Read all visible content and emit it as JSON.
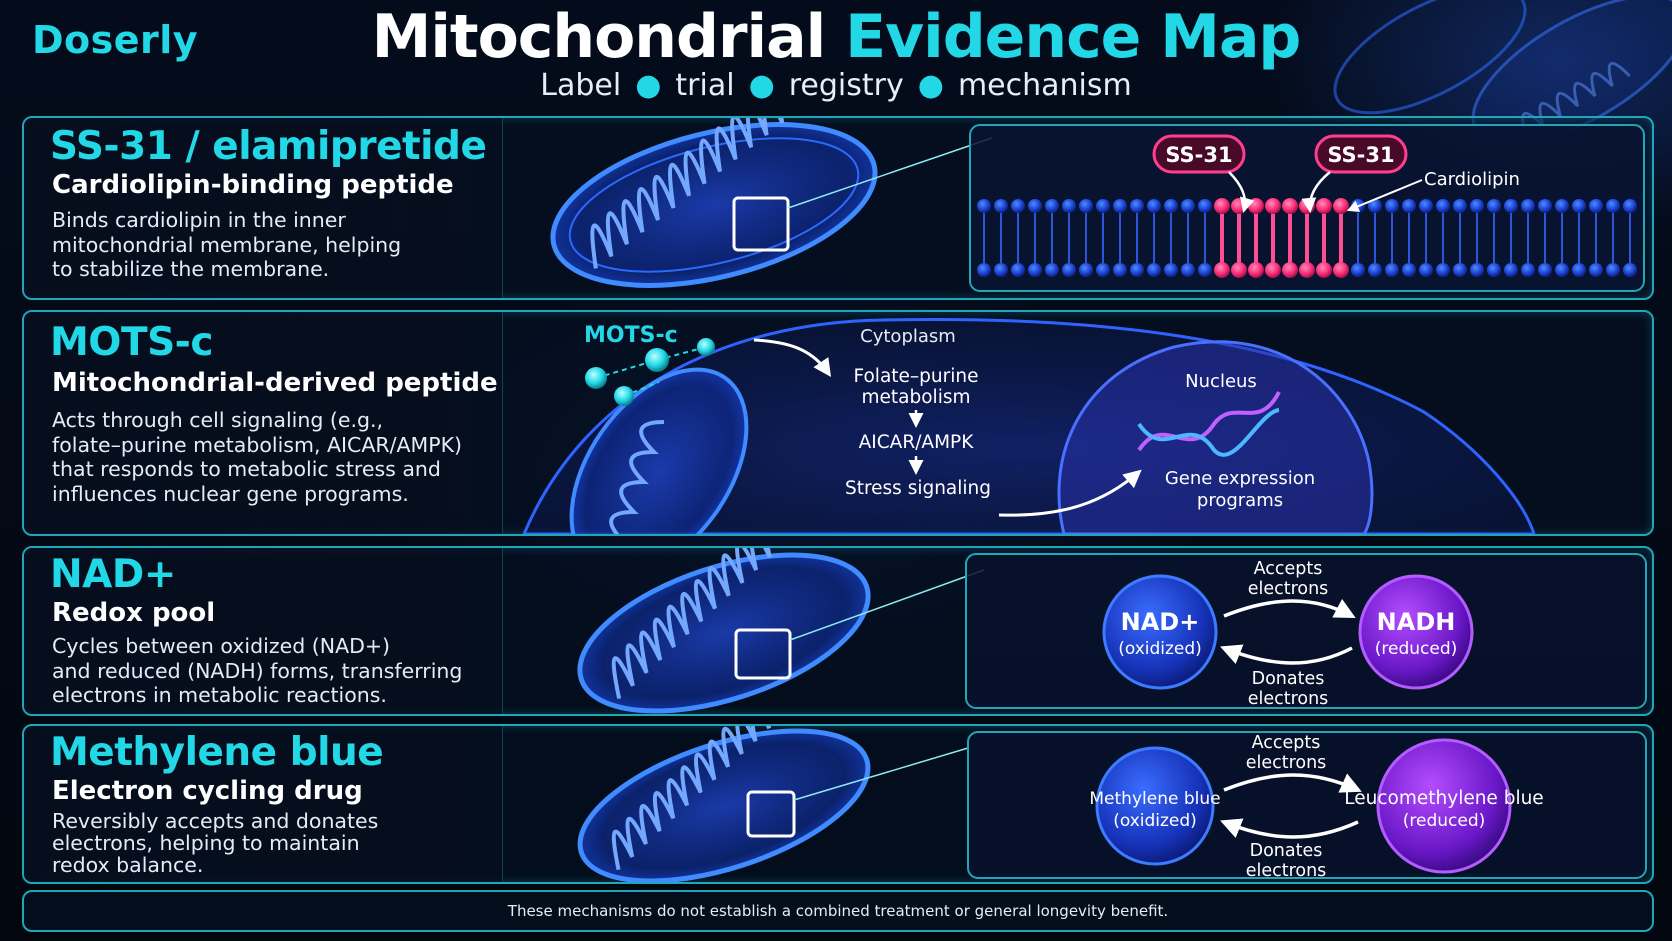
{
  "brand": "Doserly",
  "title": {
    "white": "Mitochondrial",
    "cyan": "Evidence Map"
  },
  "subtitle": [
    "Label",
    "trial",
    "registry",
    "mechanism"
  ],
  "panels": {
    "ss31": {
      "heading": "SS-31 / elamipretide",
      "subheading": "Cardiolipin-binding peptide",
      "description": [
        "Binds cardiolipin in the inner",
        "mitochondrial membrane, helping",
        "to stabilize the membrane."
      ],
      "tags": [
        "SS-31",
        "SS-31"
      ],
      "membrane_label": "Cardiolipin"
    },
    "motsc": {
      "heading": "MOTS-c",
      "subheading": "Mitochondrial-derived peptide",
      "description": [
        "Acts through cell signaling (e.g.,",
        "folate–purine metabolism, AICAR/AMPK)",
        "that responds to metabolic stress and",
        "influences nuclear gene programs."
      ],
      "peptide_label": "MOTS-c",
      "cytoplasm_label": "Cytoplasm",
      "nucleus_label": "Nucleus",
      "flow": [
        "Folate–purine",
        "metabolism",
        "AICAR/AMPK",
        "Stress signaling"
      ],
      "gene_label": [
        "Gene expression",
        "programs"
      ]
    },
    "nad": {
      "heading": "NAD+",
      "subheading": "Redox pool",
      "description": [
        "Cycles between oxidized (NAD+)",
        "and reduced (NADH) forms, transferring",
        "electrons in metabolic reactions."
      ],
      "left_name": "NAD+",
      "left_state": "(oxidized)",
      "right_name": "NADH",
      "right_state": "(reduced)",
      "top_arrow": [
        "Accepts",
        "electrons"
      ],
      "bottom_arrow": [
        "Donates",
        "electrons"
      ]
    },
    "mb": {
      "heading": "Methylene blue",
      "subheading": "Electron cycling drug",
      "description": [
        "Reversibly accepts and donates",
        "electrons, helping to maintain",
        "redox balance."
      ],
      "left_name": "Methylene blue",
      "left_state": "(oxidized)",
      "right_name": "Leucomethylene blue",
      "right_state": "(reduced)",
      "top_arrow": [
        "Accepts",
        "electrons"
      ],
      "bottom_arrow": [
        "Donates",
        "electrons"
      ]
    }
  },
  "footer": "These mechanisms do not establish a combined treatment or general longevity benefit.",
  "colors": {
    "accent": "#22d8e6",
    "border": "#1fa6b8",
    "pink": "#ff3f8e",
    "purple": "#a23cf0",
    "blue": "#2b5fe8"
  },
  "icons": [
    "mitochondrion-illustration",
    "membrane-illustration",
    "nucleus-illustration",
    "dna-helix-icon",
    "arrow-icon"
  ]
}
